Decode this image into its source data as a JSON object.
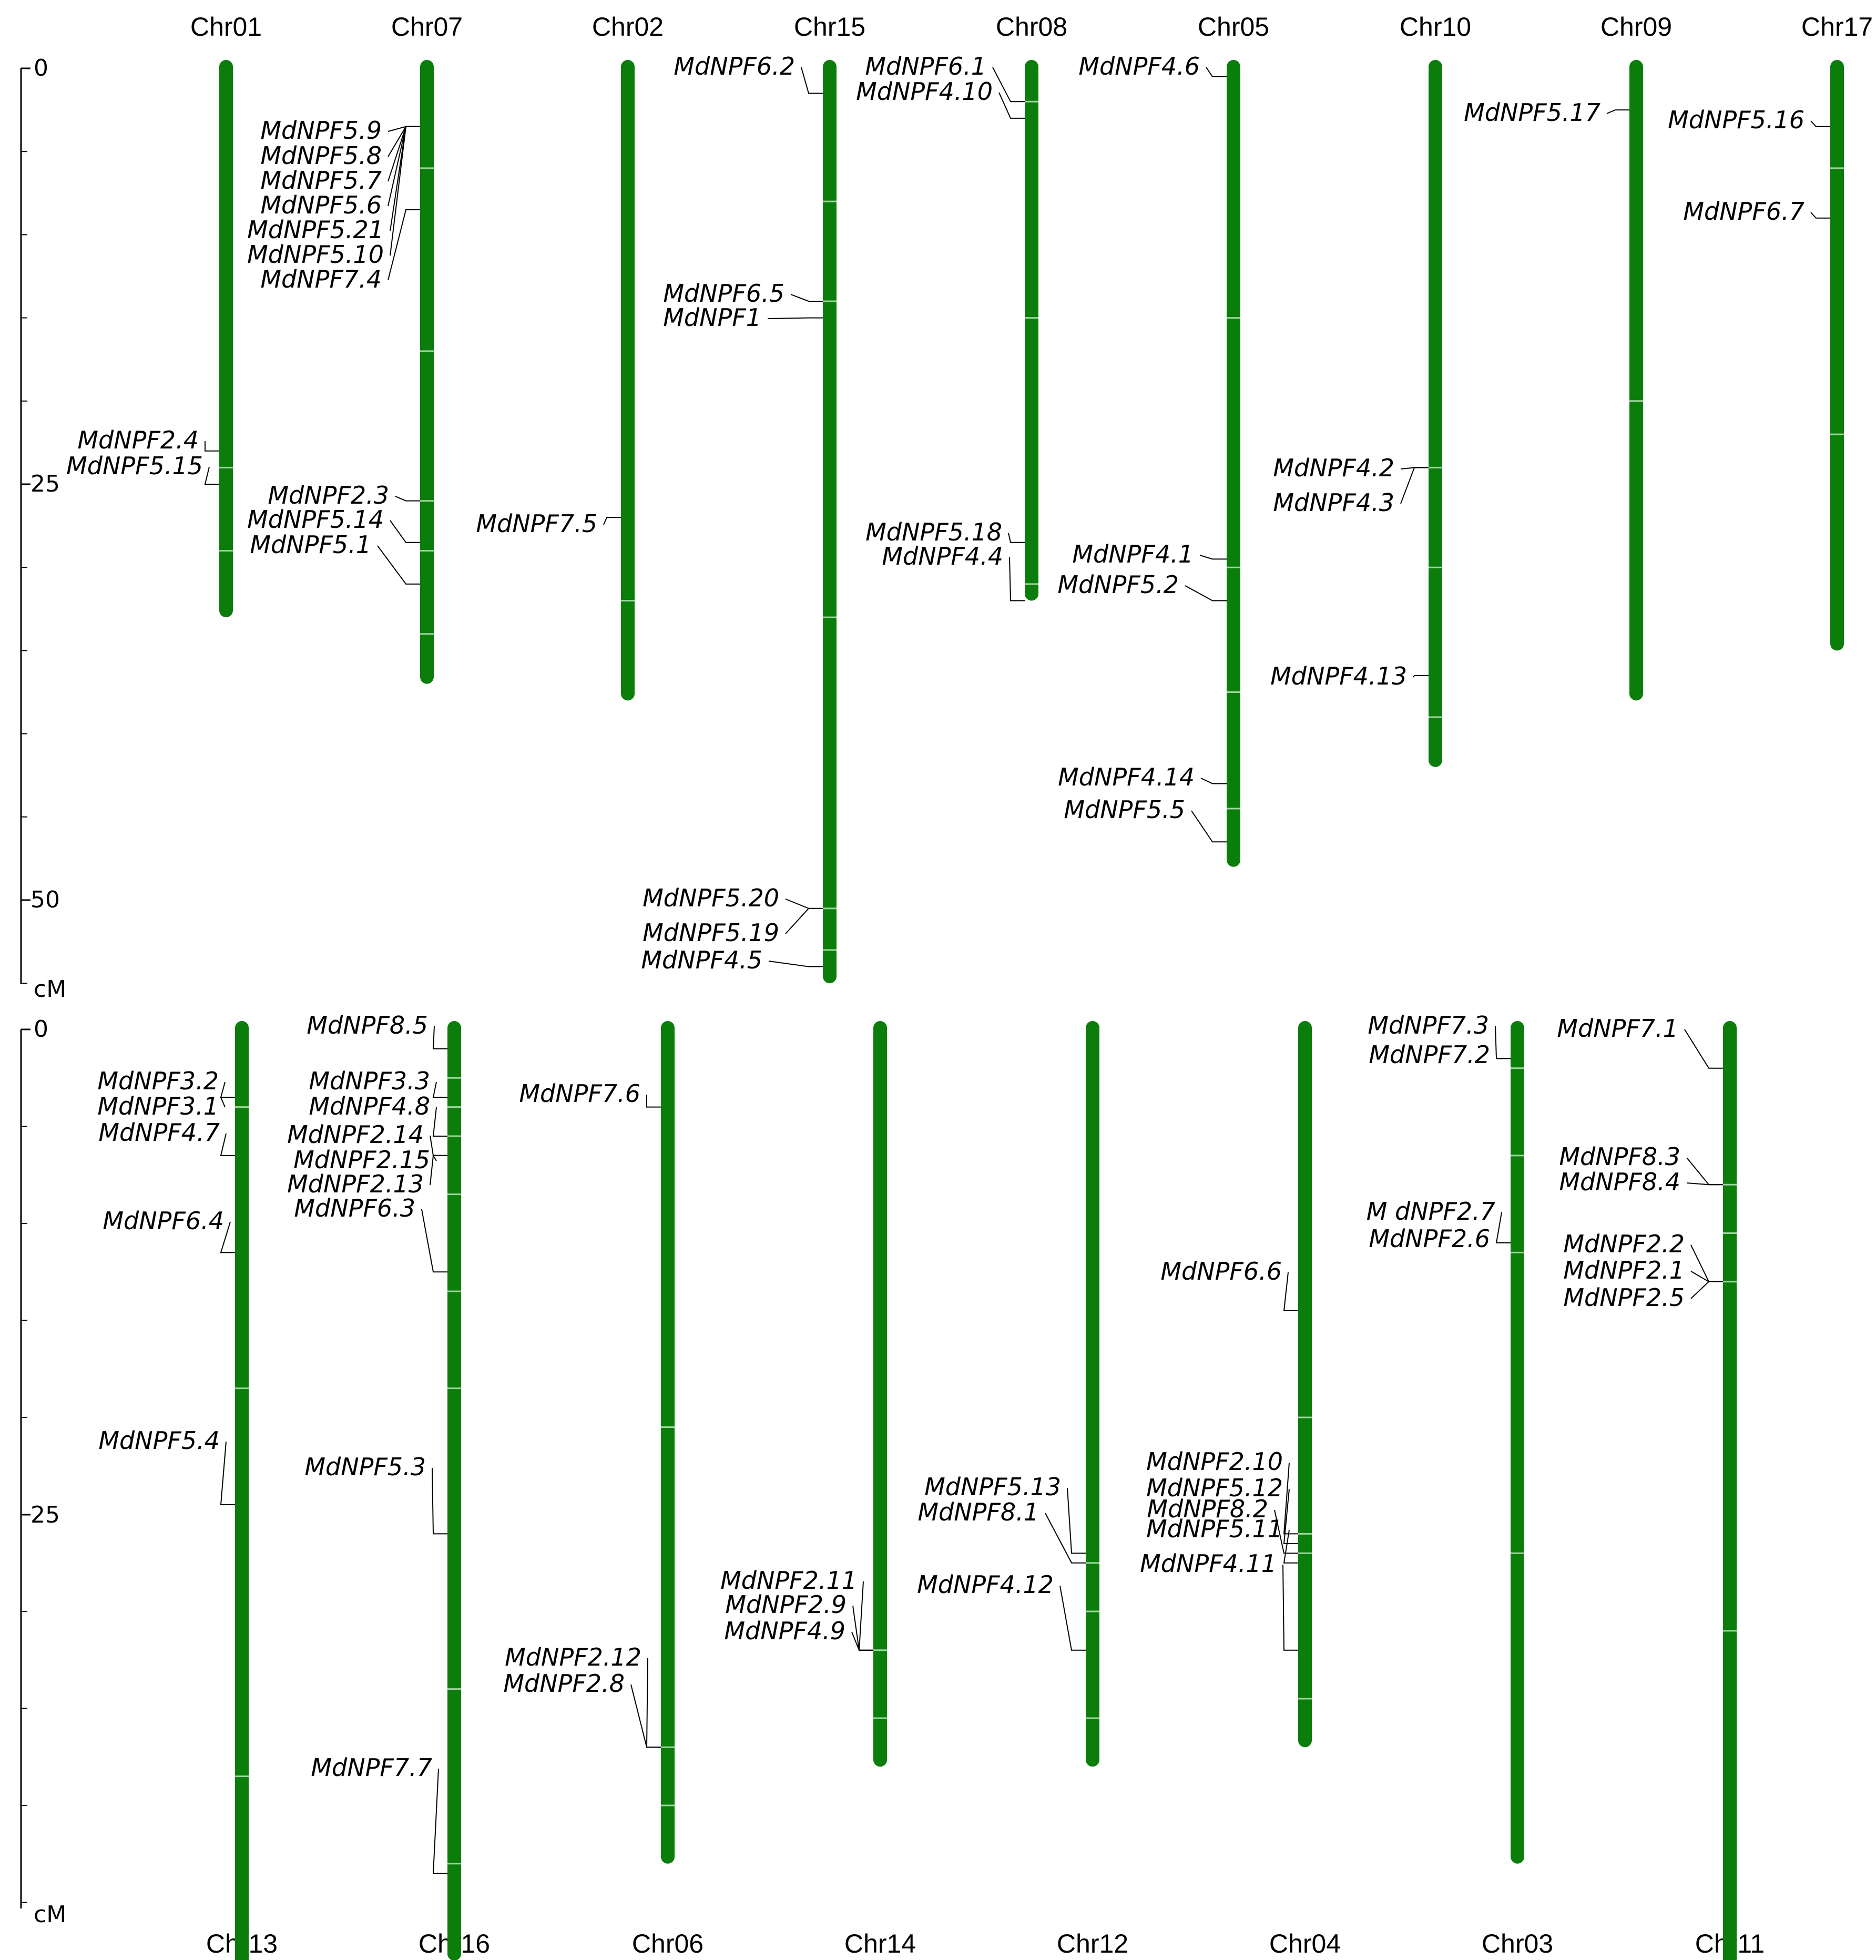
{
  "axis": {
    "unit": "cM",
    "ticks": [
      "0",
      "25",
      "50"
    ],
    "bottom_ticks": [
      "0",
      "25"
    ]
  },
  "colors": {
    "chromosome": "#0b7d0b",
    "band": "#9fd49f"
  },
  "top_panel": {
    "chromosomes": [
      {
        "name": "Chr01",
        "length": 33,
        "bands": [
          24,
          29
        ],
        "genes": [
          {
            "label": "MdNPF2.4",
            "pos": 23
          },
          {
            "label": "MdNPF5.15",
            "pos": 25
          }
        ]
      },
      {
        "name": "Chr07",
        "length": 37,
        "bands": [
          6,
          17,
          26,
          29,
          34
        ],
        "genes": [
          {
            "label": "MdNPF5.9",
            "pos": 3.5
          },
          {
            "label": "MdNPF5.8",
            "pos": 3.5
          },
          {
            "label": "MdNPF5.7",
            "pos": 3.5
          },
          {
            "label": "MdNPF5.6",
            "pos": 3.5
          },
          {
            "label": "MdNPF5.21",
            "pos": 3.5
          },
          {
            "label": "MdNPF5.10",
            "pos": 3.5
          },
          {
            "label": "MdNPF7.4",
            "pos": 8.5
          },
          {
            "label": "MdNPF2.3",
            "pos": 26
          },
          {
            "label": "MdNPF5.14",
            "pos": 28.5
          },
          {
            "label": "MdNPF5.1",
            "pos": 31
          }
        ]
      },
      {
        "name": "Chr02",
        "length": 38,
        "bands": [
          32
        ],
        "genes": [
          {
            "label": "MdNPF7.5",
            "pos": 27
          }
        ]
      },
      {
        "name": "Chr15",
        "length": 55,
        "bands": [
          8,
          14,
          33,
          50.5,
          53
        ],
        "genes": [
          {
            "label": "MdNPF6.2",
            "pos": 1.5
          },
          {
            "label": "MdNPF6.5",
            "pos": 14
          },
          {
            "label": "MdNPF1",
            "pos": 15
          },
          {
            "label": "MdNPF5.20",
            "pos": 50.5
          },
          {
            "label": "MdNPF5.19",
            "pos": 50.5
          },
          {
            "label": "MdNPF4.5",
            "pos": 54
          }
        ]
      },
      {
        "name": "Chr08",
        "length": 32,
        "bands": [
          2,
          15,
          31
        ],
        "genes": [
          {
            "label": "MdNPF6.1",
            "pos": 2
          },
          {
            "label": "MdNPF4.10",
            "pos": 3
          },
          {
            "label": "MdNPF5.18",
            "pos": 28.5
          },
          {
            "label": "MdNPF4.4",
            "pos": 32
          }
        ]
      },
      {
        "name": "Chr05",
        "length": 48,
        "bands": [
          15,
          30,
          37.5,
          44.5
        ],
        "genes": [
          {
            "label": "MdNPF4.6",
            "pos": 0.5
          },
          {
            "label": "MdNPF4.1",
            "pos": 29.5
          },
          {
            "label": "MdNPF5.2",
            "pos": 32
          },
          {
            "label": "MdNPF4.14",
            "pos": 43
          },
          {
            "label": "MdNPF5.5",
            "pos": 46.5
          }
        ]
      },
      {
        "name": "Chr10",
        "length": 42,
        "bands": [
          24,
          30,
          39
        ],
        "genes": [
          {
            "label": "MdNPF4.2",
            "pos": 24
          },
          {
            "label": "MdNPF4.3",
            "pos": 24
          },
          {
            "label": "MdNPF4.13",
            "pos": 36.5
          }
        ]
      },
      {
        "name": "Chr09",
        "length": 38,
        "bands": [
          20
        ],
        "genes": [
          {
            "label": "MdNPF5.17",
            "pos": 2.5
          }
        ]
      },
      {
        "name": "Chr17",
        "length": 35,
        "bands": [
          6,
          22
        ],
        "genes": [
          {
            "label": "MdNPF5.16",
            "pos": 3.5
          },
          {
            "label": "MdNPF6.7",
            "pos": 9
          }
        ]
      }
    ]
  },
  "bottom_panel": {
    "chromosomes": [
      {
        "name": "Chr13",
        "length": 52,
        "bands": [
          4,
          18.5,
          38.5
        ],
        "genes": [
          {
            "label": "MdNPF3.2",
            "pos": 3.5
          },
          {
            "label": "MdNPF3.1",
            "pos": 3.5
          },
          {
            "label": "MdNPF4.7",
            "pos": 6.5
          },
          {
            "label": "MdNPF6.4",
            "pos": 11.5
          },
          {
            "label": "MdNPF5.4",
            "pos": 24.5
          }
        ]
      },
      {
        "name": "Chr16",
        "length": 48,
        "bands": [
          2.5,
          4,
          5.5,
          8.5,
          13.5,
          18.5,
          34,
          43
        ],
        "genes": [
          {
            "label": "MdNPF8.5",
            "pos": 1
          },
          {
            "label": "MdNPF3.3",
            "pos": 3.5
          },
          {
            "label": "MdNPF4.8",
            "pos": 5.5
          },
          {
            "label": "MdNPF2.14",
            "pos": 6.5
          },
          {
            "label": "MdNPF2.15",
            "pos": 6.5
          },
          {
            "label": "MdNPF2.13",
            "pos": 6.5
          },
          {
            "label": "MdNPF6.3",
            "pos": 12.5
          },
          {
            "label": "MdNPF5.3",
            "pos": 26
          },
          {
            "label": "MdNPF7.7",
            "pos": 43.5
          }
        ]
      },
      {
        "name": "Chr06",
        "length": 43,
        "bands": [
          20.5,
          37,
          40
        ],
        "genes": [
          {
            "label": "MdNPF7.6",
            "pos": 4
          },
          {
            "label": "MdNPF2.12",
            "pos": 37
          },
          {
            "label": "MdNPF2.8",
            "pos": 37
          }
        ]
      },
      {
        "name": "Chr14",
        "length": 38,
        "bands": [
          32,
          35.5
        ],
        "genes": [
          {
            "label": "MdNPF2.11",
            "pos": 32
          },
          {
            "label": "MdNPF2.9",
            "pos": 32
          },
          {
            "label": "MdNPF4.9",
            "pos": 32
          }
        ]
      },
      {
        "name": "Chr12",
        "length": 38,
        "bands": [
          27.5,
          30,
          35.5
        ],
        "genes": [
          {
            "label": "MdNPF5.13",
            "pos": 27
          },
          {
            "label": "MdNPF8.1",
            "pos": 27.5
          },
          {
            "label": "MdNPF4.12",
            "pos": 32
          }
        ]
      },
      {
        "name": "Chr04",
        "length": 37,
        "bands": [
          20,
          26,
          27,
          34.5
        ],
        "genes": [
          {
            "label": "MdNPF6.6",
            "pos": 14.5
          },
          {
            "label": "MdNPF2.10",
            "pos": 26
          },
          {
            "label": "MdNPF5.12",
            "pos": 26.5
          },
          {
            "label": "MdNPF8.2",
            "pos": 27
          },
          {
            "label": "MdNPF5.11",
            "pos": 27.5
          },
          {
            "label": "MdNPF4.11",
            "pos": 32
          }
        ]
      },
      {
        "name": "Chr03",
        "length": 43,
        "bands": [
          2,
          6.5,
          11.5,
          27
        ],
        "genes": [
          {
            "label": "MdNPF7.3",
            "pos": 1.5
          },
          {
            "label": "MdNPF7.2",
            "pos": 1.5
          },
          {
            "label": "M dNPF2.7",
            "pos": 11
          },
          {
            "label": "MdNPF2.6",
            "pos": 11
          }
        ]
      },
      {
        "name": "Chr11",
        "length": 50,
        "bands": [
          8,
          10.5,
          13,
          31
        ],
        "genes": [
          {
            "label": "MdNPF7.1",
            "pos": 2
          },
          {
            "label": "MdNPF8.3",
            "pos": 8
          },
          {
            "label": "MdNPF8.4",
            "pos": 8
          },
          {
            "label": "MdNPF2.2",
            "pos": 13
          },
          {
            "label": "MdNPF2.1",
            "pos": 13
          },
          {
            "label": "MdNPF2.5",
            "pos": 13
          }
        ]
      }
    ]
  }
}
